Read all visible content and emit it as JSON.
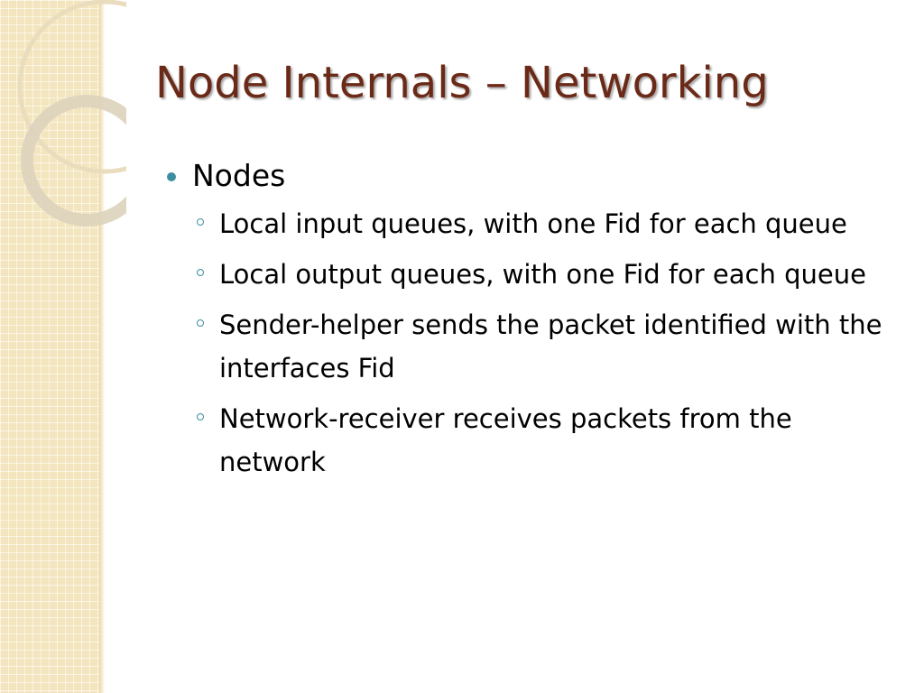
{
  "slide": {
    "title": "Node Internals – Networking",
    "items": [
      {
        "label": "Nodes",
        "subitems": [
          "Local input queues, with one Fid for each queue",
          "Local output queues, with one Fid for each queue",
          "Sender-helper sends the packet identified with the interfaces Fid",
          "Network-receiver receives packets from the network"
        ]
      }
    ]
  },
  "colors": {
    "title": "#6b2a17",
    "bullet": "#3c8ea0",
    "side_band": "#f3e6bf"
  }
}
